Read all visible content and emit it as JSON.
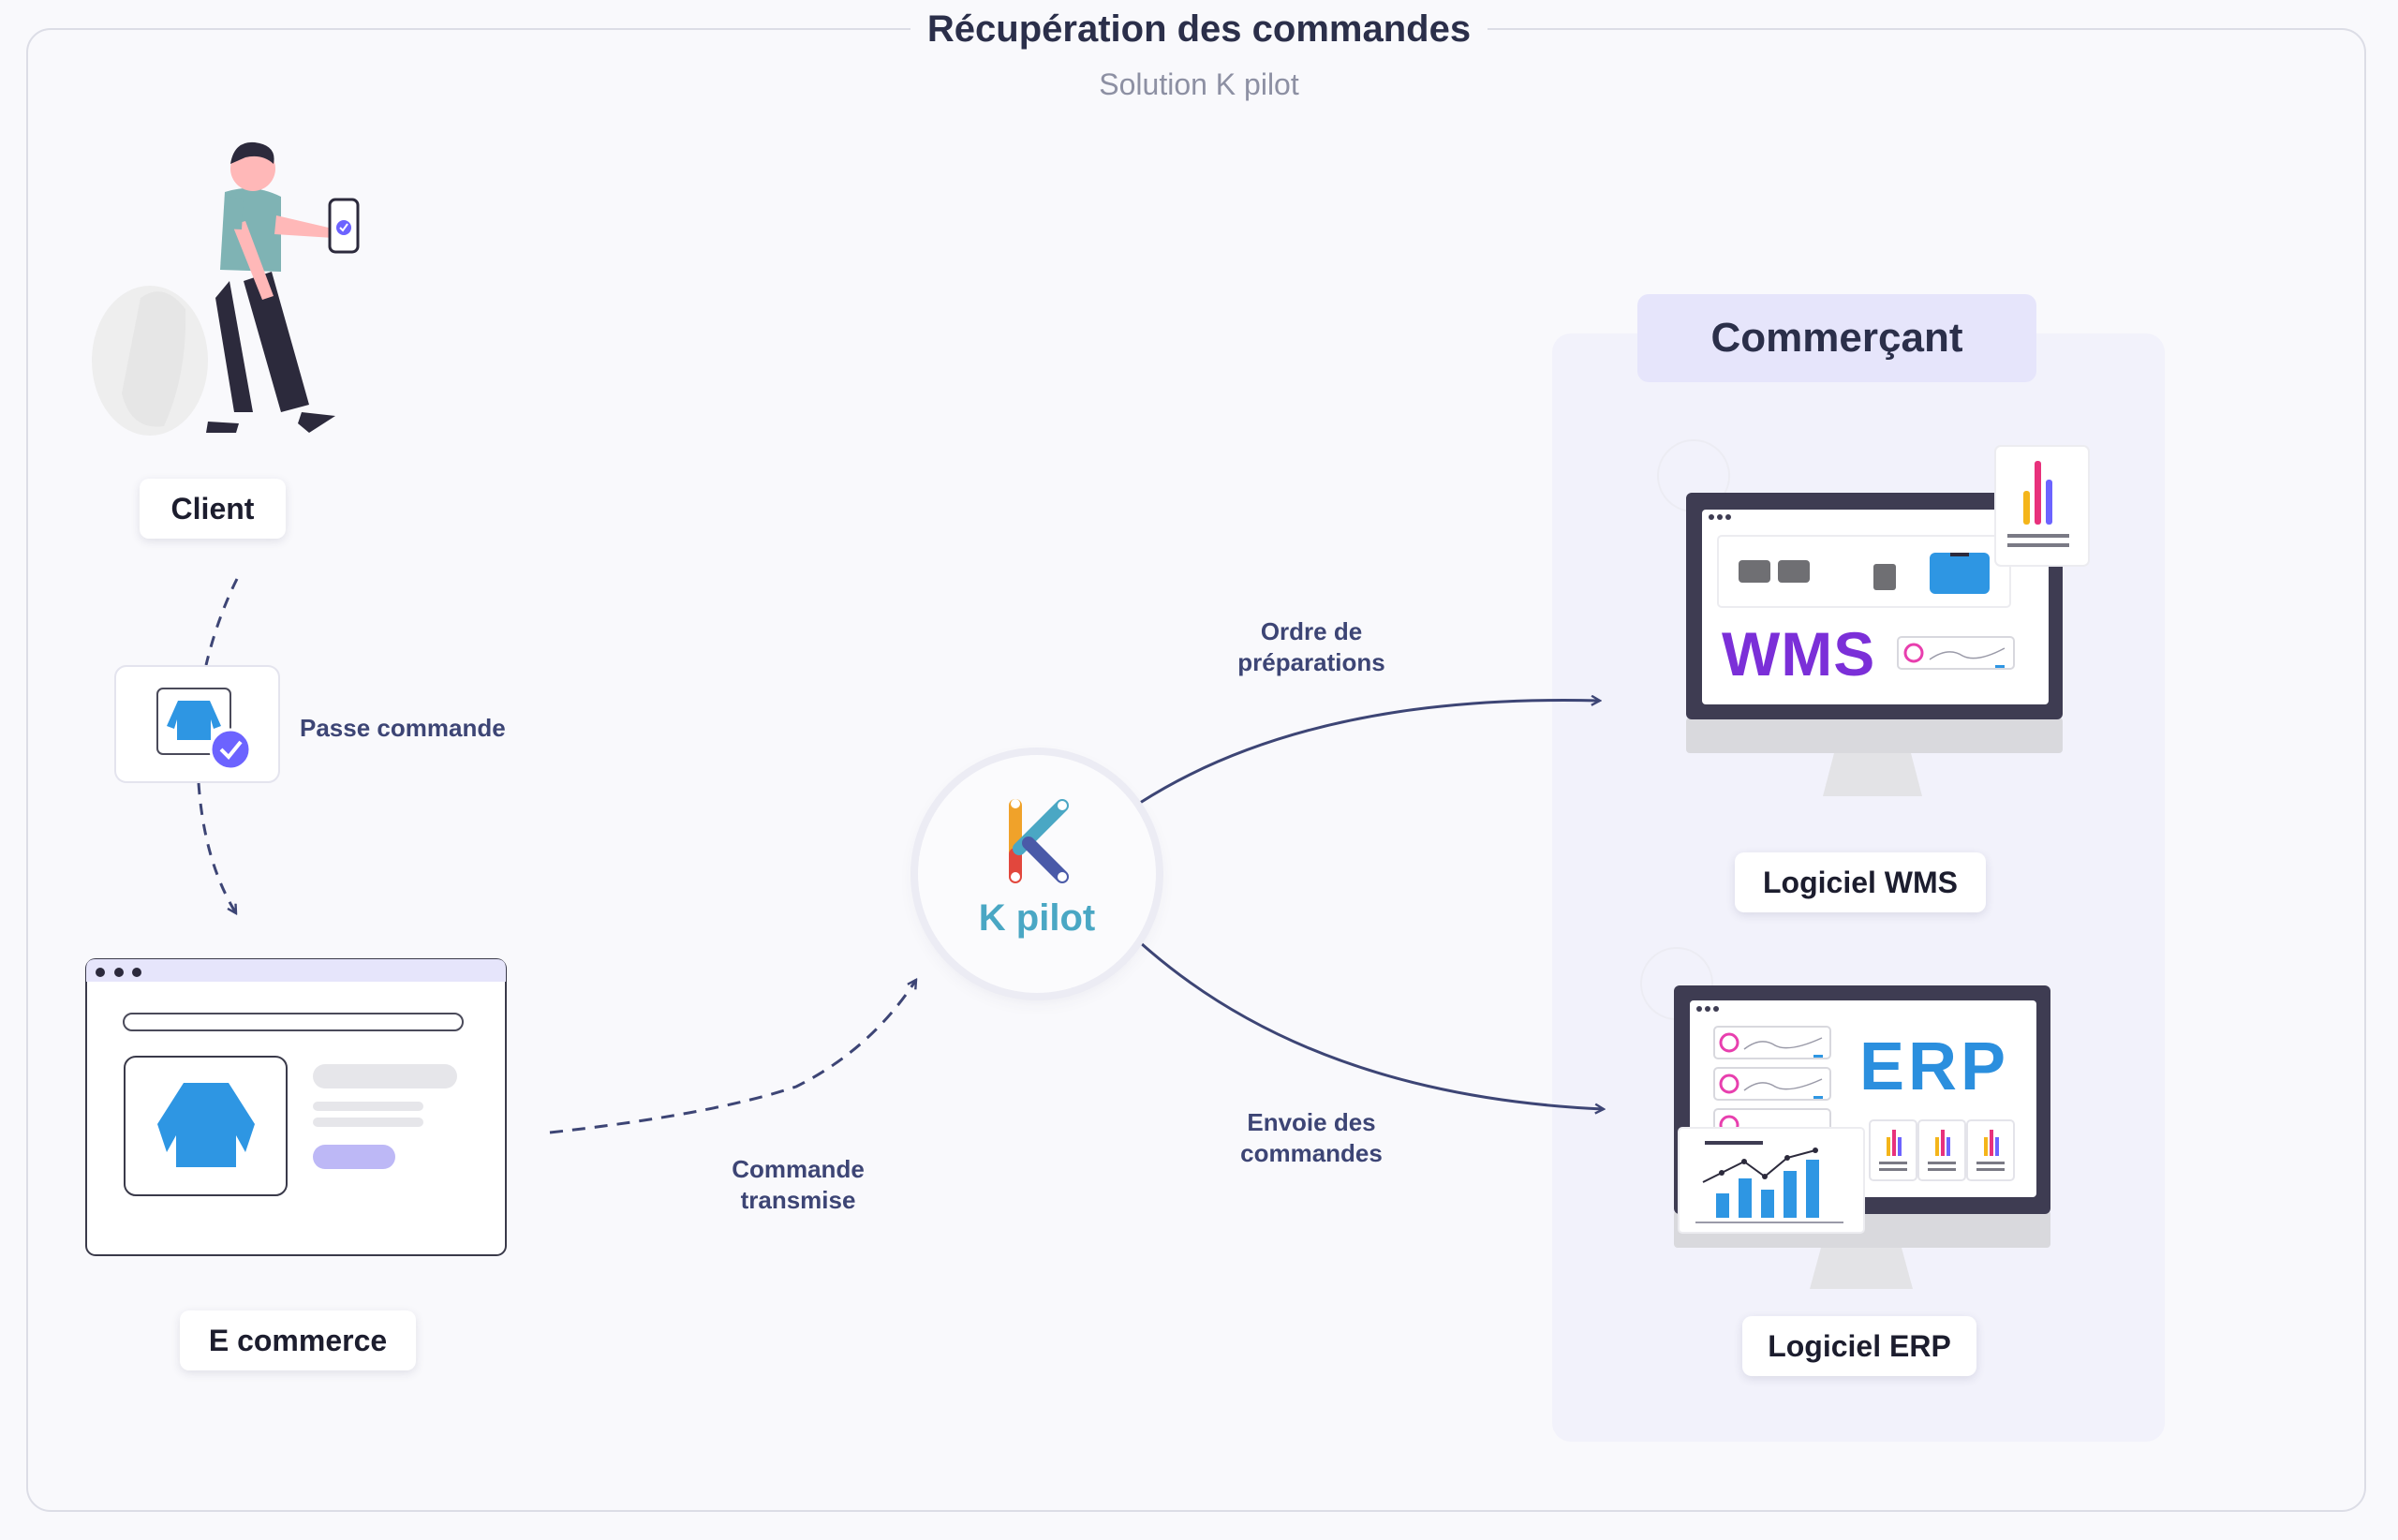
{
  "header": {
    "title": "Récupération des commandes",
    "subtitle": "Solution K pilot"
  },
  "nodes": {
    "client": "Client",
    "ecommerce": "E commerce",
    "kpilot": "K pilot",
    "merchant_group": "Commerçant",
    "wms": "Logiciel WMS",
    "erp": "Logiciel ERP"
  },
  "flows": {
    "order_placed": "Passe commande",
    "order_sent_line1": "Commande",
    "order_sent_line2": "transmise",
    "prep_order_line1": "Ordre de",
    "prep_order_line2": "préparations",
    "send_orders_line1": "Envoie des",
    "send_orders_line2": "commandes"
  },
  "screens": {
    "wms_logo": "WMS",
    "erp_logo": "ERP"
  },
  "colors": {
    "accent_purple": "#6c63ff",
    "product_blue": "#2e96e3",
    "wms_purple": "#7b2fd8",
    "erp_blue": "#2b8fde",
    "arrow_navy": "#3d4575"
  }
}
